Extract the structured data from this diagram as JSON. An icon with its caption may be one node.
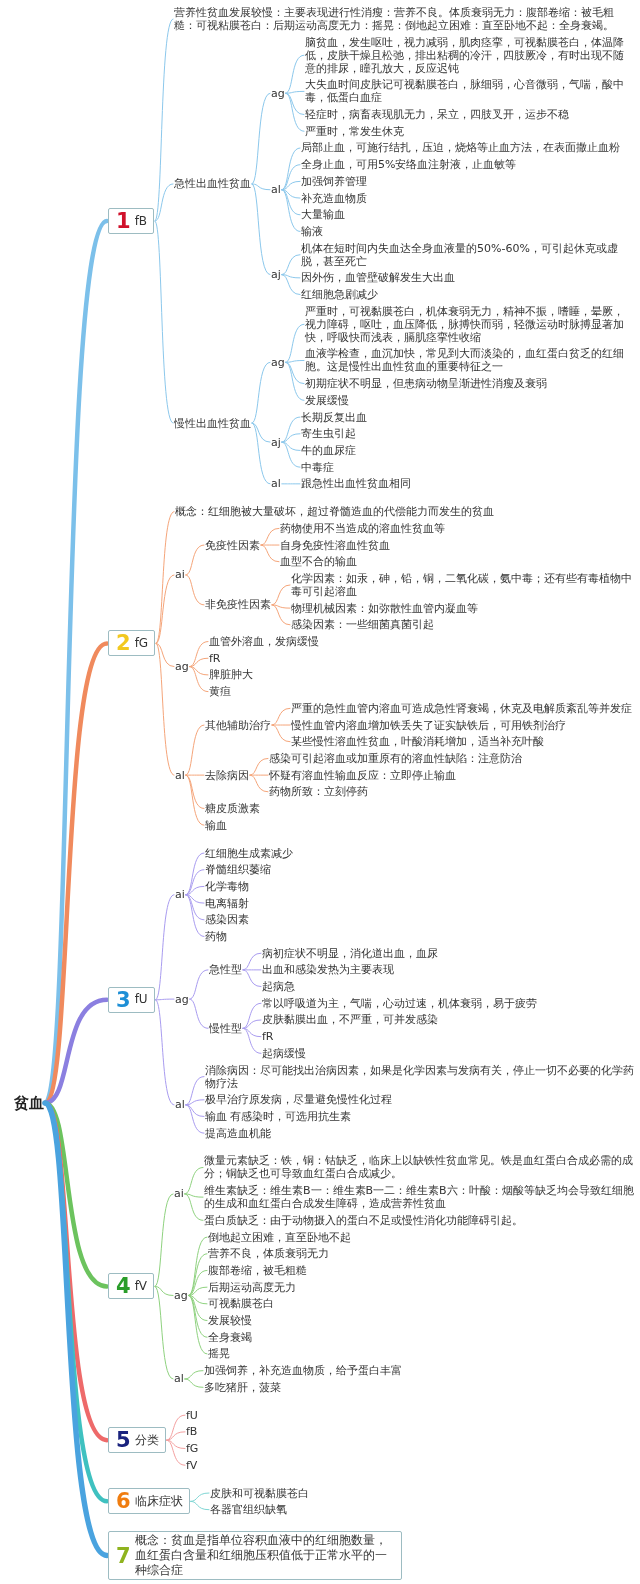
{
  "diagram": {
    "nodes": [
      {
        "text": [
          "贫血"
        ]
      },
      {
        "text": [
          "1",
          "fB"
        ]
      },
      {
        "text": [
          "营养性贫血发展较慢：主要表现进行性消瘦：营养不良。体质衰弱无力：腹部卷缩：被毛粗糙：可视粘膜苍白：后期运动高度无力：摇晃：倒地起立困难：直至卧地不起：全身衰竭。"
        ]
      },
      {
        "text": [
          "急性出血性贫血"
        ]
      },
      {
        "text": [
          "ag"
        ]
      },
      {
        "text": [
          "脑贫血，发生呕吐，视力减弱，肌肉痉挛，可视黏膜苍白，体温降低，皮肤干燥且松弛，排出粘稠的冷汗，四肢厥冷，有时出现不随意的排尿，瞳孔放大，反应迟钝"
        ]
      },
      {
        "text": [
          "大失血时间皮肤记可视黏膜苍白，脉细弱，心音微弱，气喘，酸中毒，低蛋白血症"
        ]
      },
      {
        "text": [
          "轻症时，病畜表现肌无力，呆立，四肢叉开，运步不稳"
        ]
      },
      {
        "text": [
          "严重时，常发生休克"
        ]
      },
      {
        "text": [
          "al"
        ]
      },
      {
        "text": [
          "局部止血，可施行结扎，压迫，烧烙等止血方法，在表面撒止血粉"
        ]
      },
      {
        "text": [
          "全身止血，可用5%安络血注射液，止血敏等"
        ]
      },
      {
        "text": [
          "加强饲养管理"
        ]
      },
      {
        "text": [
          "补充造血物质"
        ]
      },
      {
        "text": [
          "大量输血"
        ]
      },
      {
        "text": [
          "输液"
        ]
      },
      {
        "text": [
          "aj"
        ]
      },
      {
        "text": [
          "机体在短时间内失血达全身血液量的50%-60%，可引起休克或虚脱，甚至死亡"
        ]
      },
      {
        "text": [
          "因外伤，血管壁破解发生大出血"
        ]
      },
      {
        "text": [
          "红细胞急剧减少"
        ]
      },
      {
        "text": [
          "慢性出血性贫血"
        ]
      },
      {
        "text": [
          "ag"
        ]
      },
      {
        "text": [
          "严重时，可视黏膜苍白，机体衰弱无力，精神不振，嗜睡，晕厥，视力障碍，呕吐，血压降低，脉搏快而弱，轻微运动时脉搏显著加快，呼吸快而浅表，膈肌痉挛性收缩"
        ]
      },
      {
        "text": [
          "血液学检查，血沉加快，常见到大而淡染的，血红蛋白贫乏的红细胞。这是慢性出血性贫血的重要特征之一"
        ]
      },
      {
        "text": [
          "初期症状不明显，但患病动物呈渐进性消瘦及衰弱"
        ]
      },
      {
        "text": [
          "发展缓慢"
        ]
      },
      {
        "text": [
          "aj"
        ]
      },
      {
        "text": [
          "长期反复出血"
        ]
      },
      {
        "text": [
          "寄生虫引起"
        ]
      },
      {
        "text": [
          "牛的血尿症"
        ]
      },
      {
        "text": [
          "中毒症"
        ]
      },
      {
        "text": [
          "al"
        ]
      },
      {
        "text": [
          "跟急性出血性贫血相同"
        ]
      },
      {
        "text": [
          "2",
          "fG"
        ]
      },
      {
        "text": [
          "概念：红细胞被大量破坏，超过脊髓造血的代偿能力而发生的贫血"
        ]
      },
      {
        "text": [
          "ai"
        ]
      },
      {
        "text": [
          "免疫性因素"
        ]
      },
      {
        "text": [
          "药物使用不当造成的溶血性贫血等"
        ]
      },
      {
        "text": [
          "自身免疫性溶血性贫血"
        ]
      },
      {
        "text": [
          "血型不合的输血"
        ]
      },
      {
        "text": [
          "非免疫性因素"
        ]
      },
      {
        "text": [
          "化学因素：如汞，砷，铅，铜，二氧化碳，氨中毒；还有些有毒植物中毒可引起溶血"
        ]
      },
      {
        "text": [
          "物理机械因素：如弥散性血管内凝血等"
        ]
      },
      {
        "text": [
          "感染因素：一些细菌真菌引起"
        ]
      },
      {
        "text": [
          "ag"
        ]
      },
      {
        "text": [
          "血管外溶血，发病缓慢"
        ]
      },
      {
        "text": [
          "fR"
        ]
      },
      {
        "text": [
          "脾脏肿大"
        ]
      },
      {
        "text": [
          "黄疸"
        ]
      },
      {
        "text": [
          "al"
        ]
      },
      {
        "text": [
          "其他辅助治疗"
        ]
      },
      {
        "text": [
          "严重的急性血管内溶血可造成急性肾衰竭，休克及电解质紊乱等并发症"
        ]
      },
      {
        "text": [
          "慢性血管内溶血增加铁丢失了证实缺铁后，可用铁剂治疗"
        ]
      },
      {
        "text": [
          "某些慢性溶血性贫血，叶酸消耗增加，适当补充叶酸"
        ]
      },
      {
        "text": [
          "去除病因"
        ]
      },
      {
        "text": [
          "感染可引起溶血或加重原有的溶血性缺陷：注意防治"
        ]
      },
      {
        "text": [
          "怀疑有溶血性输血反应：立即停止输血"
        ]
      },
      {
        "text": [
          "药物所致：立刻停药"
        ]
      },
      {
        "text": [
          "糖皮质激素"
        ]
      },
      {
        "text": [
          "输血"
        ]
      },
      {
        "text": [
          "3",
          "fU"
        ]
      },
      {
        "text": [
          "ai"
        ]
      },
      {
        "text": [
          "红细胞生成素减少"
        ]
      },
      {
        "text": [
          "脊髓组织萎缩"
        ]
      },
      {
        "text": [
          "化学毒物"
        ]
      },
      {
        "text": [
          "电离辐射"
        ]
      },
      {
        "text": [
          "感染因素"
        ]
      },
      {
        "text": [
          "药物"
        ]
      },
      {
        "text": [
          "ag"
        ]
      },
      {
        "text": [
          "急性型"
        ]
      },
      {
        "text": [
          "病初症状不明显，消化道出血，血尿"
        ]
      },
      {
        "text": [
          "出血和感染发热为主要表现"
        ]
      },
      {
        "text": [
          "起病急"
        ]
      },
      {
        "text": [
          "慢性型"
        ]
      },
      {
        "text": [
          "常以呼吸道为主，气喘，心动过速，机体衰弱，易于疲劳"
        ]
      },
      {
        "text": [
          "皮肤黏膜出血，不严重，可并发感染"
        ]
      },
      {
        "text": [
          "fR"
        ]
      },
      {
        "text": [
          "起病缓慢"
        ]
      },
      {
        "text": [
          "al"
        ]
      },
      {
        "text": [
          "消除病因：尽可能找出治病因素，如果是化学因素与发病有关，停止一切不必要的化学药物疗法"
        ]
      },
      {
        "text": [
          "极早治疗原发病，尽量避免慢性化过程"
        ]
      },
      {
        "text": [
          "输血 有感染时，可选用抗生素"
        ]
      },
      {
        "text": [
          "提高造血机能"
        ]
      },
      {
        "text": [
          "4",
          "fV"
        ]
      },
      {
        "text": [
          "ai"
        ]
      },
      {
        "text": [
          "微量元素缺乏：铁，铜：钴缺乏，临床上以缺铁性贫血常见。铁是血红蛋白合成必需的成分；铜缺乏也可导致血红蛋白合成减少。"
        ]
      },
      {
        "text": [
          "维生素缺乏：维生素B一：维生素B一二：维生素B六：叶酸：烟酸等缺乏均会导致红细胞的生成和血红蛋白合成发生障碍，造成营养性贫血"
        ]
      },
      {
        "text": [
          "蛋白质缺乏：由于动物摄入的蛋白不足或慢性消化功能障碍引起。"
        ]
      },
      {
        "text": [
          "ag"
        ]
      },
      {
        "text": [
          "倒地起立困难，直至卧地不起"
        ]
      },
      {
        "text": [
          "营养不良，体质衰弱无力"
        ]
      },
      {
        "text": [
          "腹部卷缩，被毛粗糙"
        ]
      },
      {
        "text": [
          "后期运动高度无力"
        ]
      },
      {
        "text": [
          "可视黏膜苍白"
        ]
      },
      {
        "text": [
          "发展较慢"
        ]
      },
      {
        "text": [
          "全身衰竭"
        ]
      },
      {
        "text": [
          "摇晃"
        ]
      },
      {
        "text": [
          "al"
        ]
      },
      {
        "text": [
          "加强饲养，补充造血物质，给予蛋白丰富"
        ]
      },
      {
        "text": [
          "多吃猪肝，菠菜"
        ]
      },
      {
        "text": [
          "5",
          "分类"
        ]
      },
      {
        "text": [
          "fU"
        ]
      },
      {
        "text": [
          "fB"
        ]
      },
      {
        "text": [
          "fG"
        ]
      },
      {
        "text": [
          "fV"
        ]
      },
      {
        "text": [
          "6",
          "临床症状"
        ]
      },
      {
        "text": [
          "皮肤和可视黏膜苍白"
        ]
      },
      {
        "text": [
          "各器官组织缺氧"
        ]
      },
      {
        "text": [
          "7",
          "概念：贫血是指单位容积血液中的红细胞数量，血红蛋白含量和红细胞压积值低于正常水平的一种综合症"
        ]
      }
    ],
    "edges": [
      {
        "from": 0,
        "to": 1,
        "arrow": "none",
        "style": "thick",
        "color": "#7cc0ea"
      },
      {
        "from": 0,
        "to": 33,
        "arrow": "none",
        "style": "thick",
        "color": "#f08a5d"
      },
      {
        "from": 0,
        "to": 60,
        "arrow": "none",
        "style": "thick",
        "color": "#8b7fe0"
      },
      {
        "from": 0,
        "to": 83,
        "arrow": "none",
        "style": "thick",
        "color": "#6cc35e"
      },
      {
        "from": 0,
        "to": 100,
        "arrow": "none",
        "style": "thick",
        "color": "#ee6a6a"
      },
      {
        "from": 0,
        "to": 105,
        "arrow": "none",
        "style": "thick",
        "color": "#3fc1c0"
      },
      {
        "from": 0,
        "to": 108,
        "arrow": "none",
        "style": "thick",
        "color": "#4aa3df"
      },
      {
        "from": 1,
        "to": 2,
        "arrow": "none"
      },
      {
        "from": 1,
        "to": 3,
        "arrow": "none"
      },
      {
        "from": 3,
        "to": 4,
        "arrow": "none"
      },
      {
        "from": 4,
        "to": 5,
        "arrow": "none"
      },
      {
        "from": 4,
        "to": 6,
        "arrow": "none"
      },
      {
        "from": 4,
        "to": 7,
        "arrow": "none"
      },
      {
        "from": 4,
        "to": 8,
        "arrow": "none"
      },
      {
        "from": 3,
        "to": 9,
        "arrow": "none"
      },
      {
        "from": 9,
        "to": 10,
        "arrow": "none"
      },
      {
        "from": 9,
        "to": 11,
        "arrow": "none"
      },
      {
        "from": 9,
        "to": 12,
        "arrow": "none"
      },
      {
        "from": 9,
        "to": 13,
        "arrow": "none"
      },
      {
        "from": 9,
        "to": 14,
        "arrow": "none"
      },
      {
        "from": 9,
        "to": 15,
        "arrow": "none"
      },
      {
        "from": 3,
        "to": 16,
        "arrow": "none"
      },
      {
        "from": 16,
        "to": 17,
        "arrow": "none"
      },
      {
        "from": 16,
        "to": 18,
        "arrow": "none"
      },
      {
        "from": 16,
        "to": 19,
        "arrow": "none"
      },
      {
        "from": 1,
        "to": 20,
        "arrow": "none"
      },
      {
        "from": 20,
        "to": 21,
        "arrow": "none"
      },
      {
        "from": 21,
        "to": 22,
        "arrow": "none"
      },
      {
        "from": 21,
        "to": 23,
        "arrow": "none"
      },
      {
        "from": 21,
        "to": 24,
        "arrow": "none"
      },
      {
        "from": 21,
        "to": 25,
        "arrow": "none"
      },
      {
        "from": 20,
        "to": 26,
        "arrow": "none"
      },
      {
        "from": 26,
        "to": 27,
        "arrow": "none"
      },
      {
        "from": 26,
        "to": 28,
        "arrow": "none"
      },
      {
        "from": 26,
        "to": 29,
        "arrow": "none"
      },
      {
        "from": 26,
        "to": 30,
        "arrow": "none"
      },
      {
        "from": 20,
        "to": 31,
        "arrow": "none"
      },
      {
        "from": 31,
        "to": 32,
        "arrow": "none"
      },
      {
        "from": 33,
        "to": 34,
        "arrow": "none",
        "color": "#f5a57a"
      },
      {
        "from": 33,
        "to": 35,
        "arrow": "none",
        "color": "#f5a57a"
      },
      {
        "from": 35,
        "to": 36,
        "arrow": "none",
        "color": "#f5a57a"
      },
      {
        "from": 36,
        "to": 37,
        "arrow": "none",
        "color": "#f5a57a"
      },
      {
        "from": 36,
        "to": 38,
        "arrow": "none",
        "color": "#f5a57a"
      },
      {
        "from": 36,
        "to": 39,
        "arrow": "none",
        "color": "#f5a57a"
      },
      {
        "from": 35,
        "to": 40,
        "arrow": "none",
        "color": "#f5a57a"
      },
      {
        "from": 40,
        "to": 41,
        "arrow": "none",
        "color": "#f5a57a"
      },
      {
        "from": 40,
        "to": 42,
        "arrow": "none",
        "color": "#f5a57a"
      },
      {
        "from": 40,
        "to": 43,
        "arrow": "none",
        "color": "#f5a57a"
      },
      {
        "from": 33,
        "to": 44,
        "arrow": "none",
        "color": "#f5a57a"
      },
      {
        "from": 44,
        "to": 45,
        "arrow": "none",
        "color": "#f5a57a"
      },
      {
        "from": 44,
        "to": 46,
        "arrow": "none",
        "color": "#f5a57a"
      },
      {
        "from": 44,
        "to": 47,
        "arrow": "none",
        "color": "#f5a57a"
      },
      {
        "from": 44,
        "to": 48,
        "arrow": "none",
        "color": "#f5a57a"
      },
      {
        "from": 33,
        "to": 49,
        "arrow": "none",
        "color": "#f5a57a"
      },
      {
        "from": 49,
        "to": 50,
        "arrow": "none",
        "color": "#f5a57a"
      },
      {
        "from": 50,
        "to": 51,
        "arrow": "none",
        "color": "#f5a57a"
      },
      {
        "from": 50,
        "to": 52,
        "arrow": "none",
        "color": "#f5a57a"
      },
      {
        "from": 50,
        "to": 53,
        "arrow": "none",
        "color": "#f5a57a"
      },
      {
        "from": 49,
        "to": 54,
        "arrow": "none",
        "color": "#f5a57a"
      },
      {
        "from": 54,
        "to": 55,
        "arrow": "none",
        "color": "#f5a57a"
      },
      {
        "from": 54,
        "to": 56,
        "arrow": "none",
        "color": "#f5a57a"
      },
      {
        "from": 54,
        "to": 57,
        "arrow": "none",
        "color": "#f5a57a"
      },
      {
        "from": 49,
        "to": 58,
        "arrow": "none",
        "color": "#f5a57a"
      },
      {
        "from": 49,
        "to": 59,
        "arrow": "none",
        "color": "#f5a57a"
      },
      {
        "from": 60,
        "to": 61,
        "arrow": "none",
        "color": "#a99cf0"
      },
      {
        "from": 61,
        "to": 62,
        "arrow": "none",
        "color": "#a99cf0"
      },
      {
        "from": 61,
        "to": 63,
        "arrow": "none",
        "color": "#a99cf0"
      },
      {
        "from": 61,
        "to": 64,
        "arrow": "none",
        "color": "#a99cf0"
      },
      {
        "from": 61,
        "to": 65,
        "arrow": "none",
        "color": "#a99cf0"
      },
      {
        "from": 61,
        "to": 66,
        "arrow": "none",
        "color": "#a99cf0"
      },
      {
        "from": 61,
        "to": 67,
        "arrow": "none",
        "color": "#a99cf0"
      },
      {
        "from": 60,
        "to": 68,
        "arrow": "none",
        "color": "#a99cf0"
      },
      {
        "from": 68,
        "to": 69,
        "arrow": "none",
        "color": "#a99cf0"
      },
      {
        "from": 69,
        "to": 70,
        "arrow": "none",
        "color": "#a99cf0"
      },
      {
        "from": 69,
        "to": 71,
        "arrow": "none",
        "color": "#a99cf0"
      },
      {
        "from": 69,
        "to": 72,
        "arrow": "none",
        "color": "#a99cf0"
      },
      {
        "from": 68,
        "to": 73,
        "arrow": "none",
        "color": "#a99cf0"
      },
      {
        "from": 73,
        "to": 74,
        "arrow": "none",
        "color": "#a99cf0"
      },
      {
        "from": 73,
        "to": 75,
        "arrow": "none",
        "color": "#a99cf0"
      },
      {
        "from": 73,
        "to": 76,
        "arrow": "none",
        "color": "#a99cf0"
      },
      {
        "from": 73,
        "to": 77,
        "arrow": "none",
        "color": "#a99cf0"
      },
      {
        "from": 60,
        "to": 78,
        "arrow": "none",
        "color": "#a99cf0"
      },
      {
        "from": 78,
        "to": 79,
        "arrow": "none",
        "color": "#a99cf0"
      },
      {
        "from": 78,
        "to": 80,
        "arrow": "none",
        "color": "#a99cf0"
      },
      {
        "from": 78,
        "to": 81,
        "arrow": "none",
        "color": "#a99cf0"
      },
      {
        "from": 78,
        "to": 82,
        "arrow": "none",
        "color": "#a99cf0"
      },
      {
        "from": 83,
        "to": 84,
        "arrow": "none",
        "color": "#8fd27f"
      },
      {
        "from": 84,
        "to": 85,
        "arrow": "none",
        "color": "#8fd27f"
      },
      {
        "from": 84,
        "to": 86,
        "arrow": "none",
        "color": "#8fd27f"
      },
      {
        "from": 84,
        "to": 87,
        "arrow": "none",
        "color": "#8fd27f"
      },
      {
        "from": 83,
        "to": 88,
        "arrow": "none",
        "color": "#8fd27f"
      },
      {
        "from": 88,
        "to": 89,
        "arrow": "none",
        "color": "#8fd27f"
      },
      {
        "from": 88,
        "to": 90,
        "arrow": "none",
        "color": "#8fd27f"
      },
      {
        "from": 88,
        "to": 91,
        "arrow": "none",
        "color": "#8fd27f"
      },
      {
        "from": 88,
        "to": 92,
        "arrow": "none",
        "color": "#8fd27f"
      },
      {
        "from": 88,
        "to": 93,
        "arrow": "none",
        "color": "#8fd27f"
      },
      {
        "from": 88,
        "to": 94,
        "arrow": "none",
        "color": "#8fd27f"
      },
      {
        "from": 88,
        "to": 95,
        "arrow": "none",
        "color": "#8fd27f"
      },
      {
        "from": 88,
        "to": 96,
        "arrow": "none",
        "color": "#8fd27f"
      },
      {
        "from": 83,
        "to": 97,
        "arrow": "none",
        "color": "#8fd27f"
      },
      {
        "from": 97,
        "to": 98,
        "arrow": "none",
        "color": "#8fd27f"
      },
      {
        "from": 97,
        "to": 99,
        "arrow": "none",
        "color": "#8fd27f"
      },
      {
        "from": 100,
        "to": 101,
        "arrow": "none",
        "color": "#f4a0a0"
      },
      {
        "from": 100,
        "to": 102,
        "arrow": "none",
        "color": "#f4a0a0"
      },
      {
        "from": 100,
        "to": 103,
        "arrow": "none",
        "color": "#f4a0a0"
      },
      {
        "from": 100,
        "to": 104,
        "arrow": "none",
        "color": "#f4a0a0"
      },
      {
        "from": 105,
        "to": 106,
        "arrow": "none",
        "color": "#7fd6d4"
      },
      {
        "from": 105,
        "to": 107,
        "arrow": "none",
        "color": "#7fd6d4"
      }
    ]
  }
}
